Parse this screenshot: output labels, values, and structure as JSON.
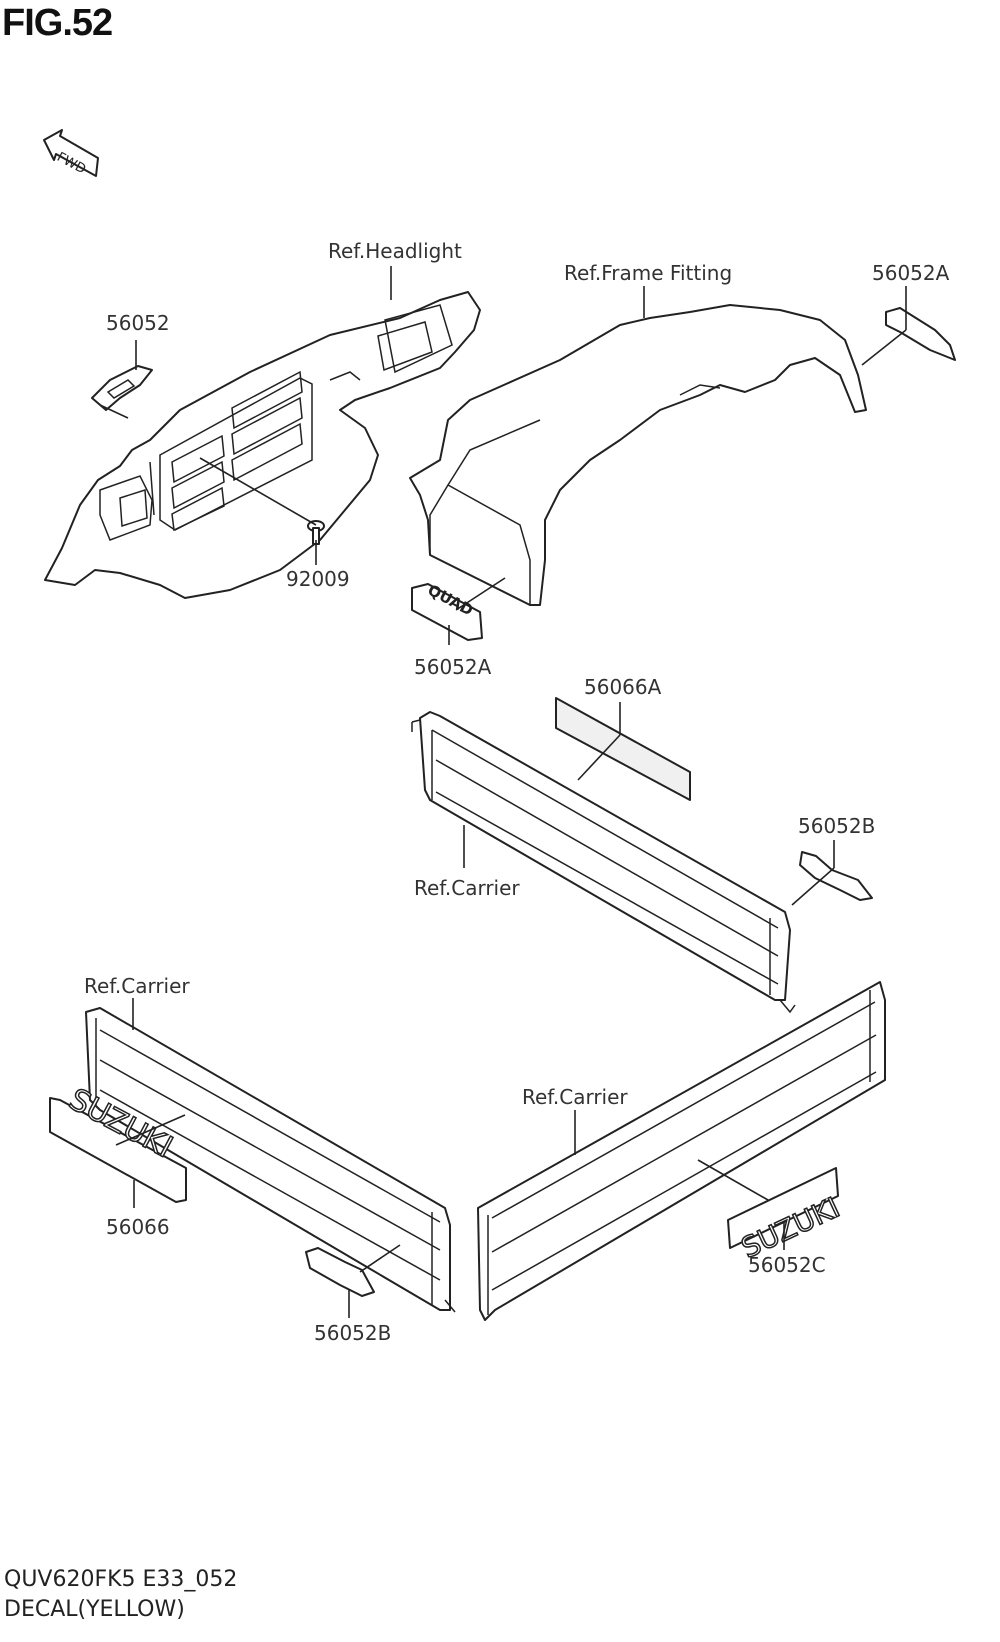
{
  "figure": {
    "title": "FIG.52",
    "fwd_label": "FWD",
    "code": "QUV620FK5 E33_052",
    "description": "DECAL(YELLOW)"
  },
  "callouts": {
    "ref_headlight": "Ref.Headlight",
    "ref_frame_fitting": "Ref.Frame Fitting",
    "p56052a_top": "56052A",
    "p56052": "56052",
    "p92009": "92009",
    "p56052a_mid": "56052A",
    "p56066a": "56066A",
    "p56052b_right": "56052B",
    "ref_carrier_top": "Ref.Carrier",
    "ref_carrier_left": "Ref.Carrier",
    "ref_carrier_right": "Ref.Carrier",
    "p56066": "56066",
    "p56052b_bottom": "56052B",
    "p56052c": "56052C"
  },
  "decal_text": {
    "brand": "SUZUKI",
    "model": "QUAD"
  }
}
